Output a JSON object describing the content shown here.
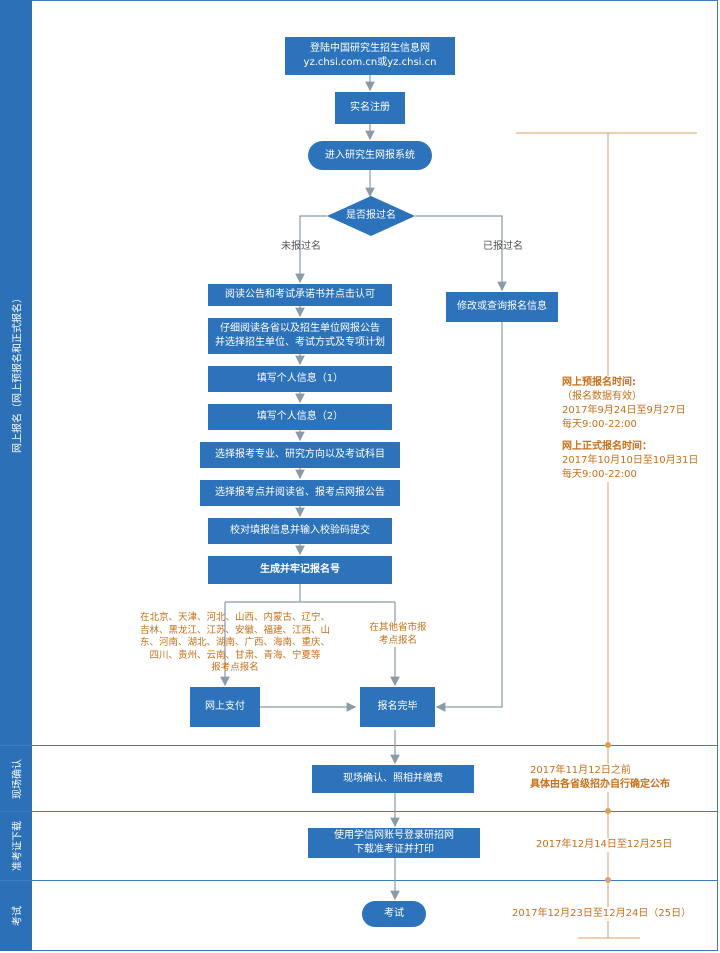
{
  "colors": {
    "box": "#2c73bb",
    "arrow": "#8a9aa8",
    "lane": "#2c70b8",
    "accent": "#c76f1a"
  },
  "lanes": {
    "online": "网上报名（网上预报名和正式报名）",
    "confirm": "现场确认",
    "ticket": "准考证下载",
    "exam": "考试"
  },
  "nodes": {
    "login_line1": "登陆中国研究生招生信息网",
    "login_line2": "yz.chsi.com.cn或yz.chsi.cn",
    "register": "实名注册",
    "enter_system": "进入研究生网报系统",
    "decision": "是否报过名",
    "read_announcement": "阅读公告和考试承诺书并点击认可",
    "read_details_line1": "仔细阅读各省以及招生单位网报公告",
    "read_details_line2": "并选择招生单位、考试方式及专项计划",
    "fill_info_1": "填写个人信息（1）",
    "fill_info_2": "填写个人信息（2）",
    "choose_major": "选择报考专业、研究方向以及考试科目",
    "choose_site": "选择报考点并阅读省、报考点网报公告",
    "verify_submit": "校对填报信息并输入校验码提交",
    "generate_number": "生成并牢记报名号",
    "modify_info": "修改或查询报名信息",
    "online_payment": "网上支付",
    "registration_done": "报名完毕",
    "onsite_confirm": "现场确认、照相并缴费",
    "download_line1": "使用学信网账号登录研招网",
    "download_line2": "下载准考证并打印",
    "exam": "考试"
  },
  "branch_labels": {
    "not_registered": "未报过名",
    "registered": "已报过名"
  },
  "province_note": {
    "line1": "在北京、天津、河北、山西、内蒙古、辽宁、",
    "line2": "吉林、黑龙江、江苏、安徽、福建、江西、山",
    "line3": "东、河南、湖北、湖南、广西、海南、重庆、",
    "line4": "四川、贵州、云南、甘肃、青海、宁夏等",
    "line5": "报考点报名"
  },
  "other_note": {
    "line1": "在其他省市报",
    "line2": "考点报名"
  },
  "timeline": {
    "pre_title": "网上预报名时间:",
    "pre_note": "（报名数据有效）",
    "pre_dates": "2017年9月24日至9月27日",
    "pre_hours": "每天9:00-22:00",
    "formal_title": "网上正式报名时间：",
    "formal_dates": "2017年10月10日至10月31日",
    "formal_hours": "每天9:00-22:00",
    "confirm_date": "2017年11月12日之前",
    "confirm_note": "具体由各省级招办自行确定公布",
    "ticket_dates": "2017年12月14日至12月25日",
    "exam_dates": "2017年12月23日至12月24日（25日）"
  }
}
